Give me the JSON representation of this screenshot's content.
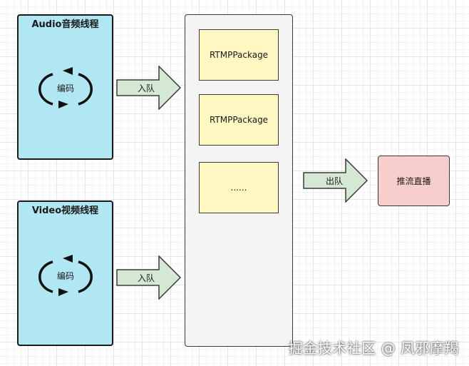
{
  "audio_thread": {
    "title": "Audio音频线程",
    "loop_label": "编码"
  },
  "video_thread": {
    "title": "Video视频线程",
    "loop_label": "编码"
  },
  "queue": {
    "packets": [
      "RTMPPackage",
      "RTMPPackage",
      "......"
    ]
  },
  "arrows": {
    "enqueue_audio": "入队",
    "enqueue_video": "入队",
    "dequeue": "出队"
  },
  "push_stream": {
    "label": "推流直播"
  },
  "watermark": "掘金技术社区 @ 凤邪摩羯",
  "colors": {
    "thread_fill": "#b1e7f2",
    "packet_fill": "#fff8c2",
    "queue_fill": "#f4f4f4",
    "arrow_fill": "#d5e8d4",
    "push_fill": "#f8cecc"
  }
}
